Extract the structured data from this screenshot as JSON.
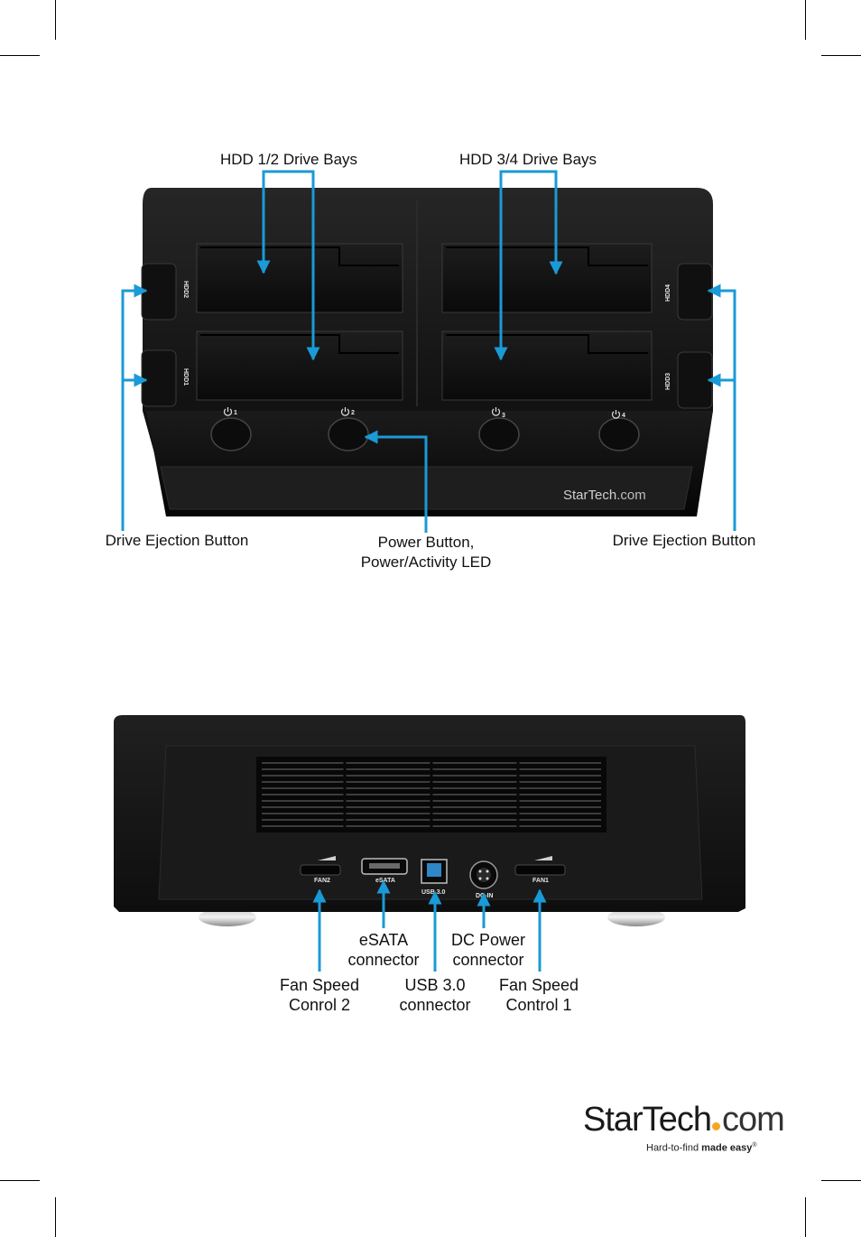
{
  "front": {
    "labels": {
      "hdd12": "HDD 1/2 Drive Bays",
      "hdd34": "HDD 3/4 Drive Bays",
      "eject_left": "Drive Ejection Button",
      "eject_right": "Drive Ejection Button",
      "power_line1": "Power Button,",
      "power_line2": "Power/Activity LED"
    },
    "slot_tags": {
      "hdd1": "HDD1",
      "hdd2": "HDD2",
      "hdd3": "HDD3",
      "hdd4": "HDD4"
    },
    "buttons": [
      "1",
      "2",
      "3",
      "4"
    ],
    "brand": "StarTech",
    "brand_suffix": ".com"
  },
  "rear": {
    "port_tags": {
      "fan2": "FAN2",
      "esata": "eSATA",
      "usb": "USB 3.0",
      "dcin": "DC-IN",
      "fan1": "FAN1"
    },
    "labels": {
      "esata_1": "eSATA",
      "esata_2": "connector",
      "dc_1": "DC Power",
      "dc_2": "connector",
      "fan2_1": "Fan Speed",
      "fan2_2": "Conrol 2",
      "usb_1": "USB 3.0",
      "usb_2": "connector",
      "fan1_1": "Fan Speed",
      "fan1_2": "Control 1"
    }
  },
  "logo": {
    "name": "StarTech",
    "suffix": "com",
    "tagline_plain": "Hard-to-find",
    "tagline_bold": "made easy",
    "registered": "®"
  },
  "colors": {
    "arrow": "#1a9ad6",
    "device": "#141414",
    "logo_dot": "#f5a623"
  }
}
